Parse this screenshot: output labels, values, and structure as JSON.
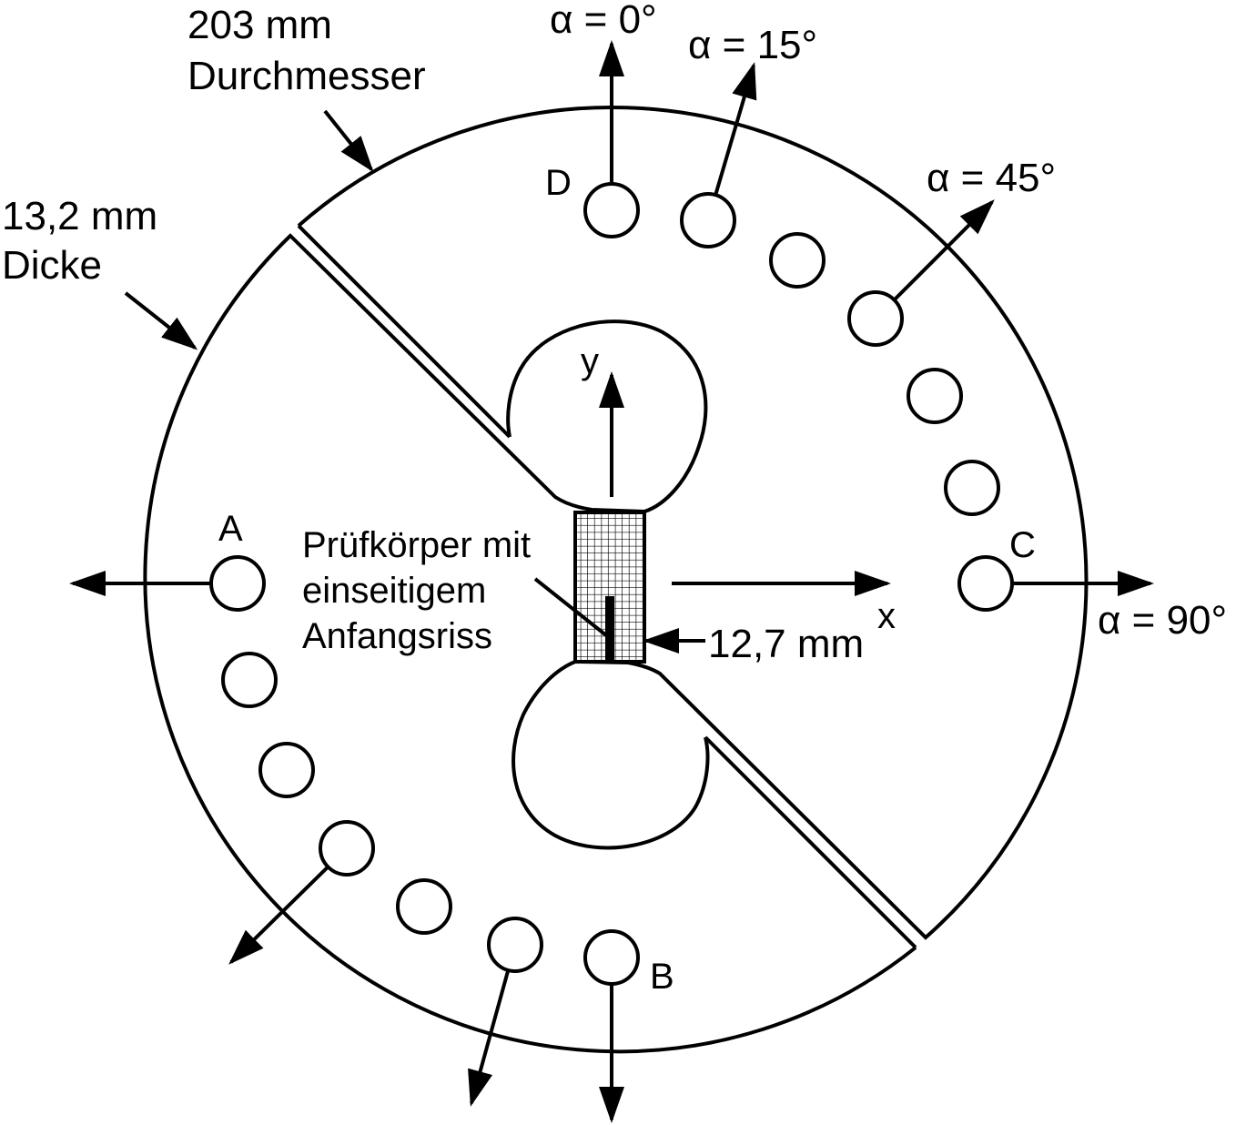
{
  "labels": {
    "diameter_value": "203 mm",
    "diameter_word": "Durchmesser",
    "thickness_value": "13,2 mm",
    "thickness_word": "Dicke",
    "alpha_0": "α = 0°",
    "alpha_15": "α = 15°",
    "alpha_45": "α = 45°",
    "alpha_90": "α = 90°",
    "point_a": "A",
    "point_b": "B",
    "point_c": "C",
    "point_d": "D",
    "axis_x": "x",
    "axis_y": "y",
    "specimen_line1": "Prüfkörper mit",
    "specimen_line2": "einseitigem",
    "specimen_line3": "Anfangsriss",
    "specimen_width": "12,7 mm"
  },
  "colors": {
    "stroke": "#000000",
    "background": "#ffffff"
  }
}
